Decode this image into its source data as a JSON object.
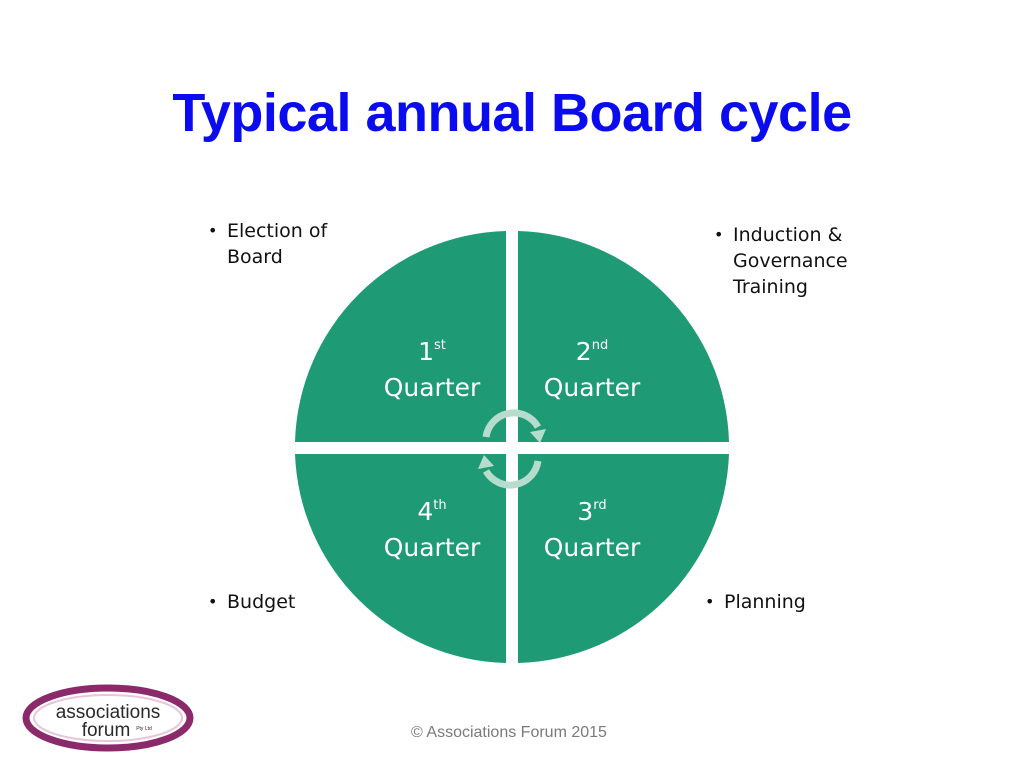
{
  "slide": {
    "title": "Typical annual Board cycle",
    "colors": {
      "title": "#0b0bf0",
      "segment": "#1e9a74",
      "arrows": "#b5dccd",
      "logo_ring": "#8a2a6a"
    }
  },
  "bullets": [
    {
      "text": "Election of Board"
    },
    {
      "text": "Induction & Governance Training"
    },
    {
      "text": "Budget"
    },
    {
      "text": "Planning"
    }
  ],
  "quarters": [
    {
      "number": "1",
      "suffix": "st",
      "label": "Quarter"
    },
    {
      "number": "2",
      "suffix": "nd",
      "label": "Quarter"
    },
    {
      "number": "3",
      "suffix": "rd",
      "label": "Quarter"
    },
    {
      "number": "4",
      "suffix": "th",
      "label": "Quarter"
    }
  ],
  "cycle_icon": "circular-arrows-icon",
  "logo": {
    "line1": "associations",
    "line2": "forum",
    "suffix": "Pty Ltd"
  },
  "footer": {
    "copyright": "© Associations Forum 2015"
  }
}
